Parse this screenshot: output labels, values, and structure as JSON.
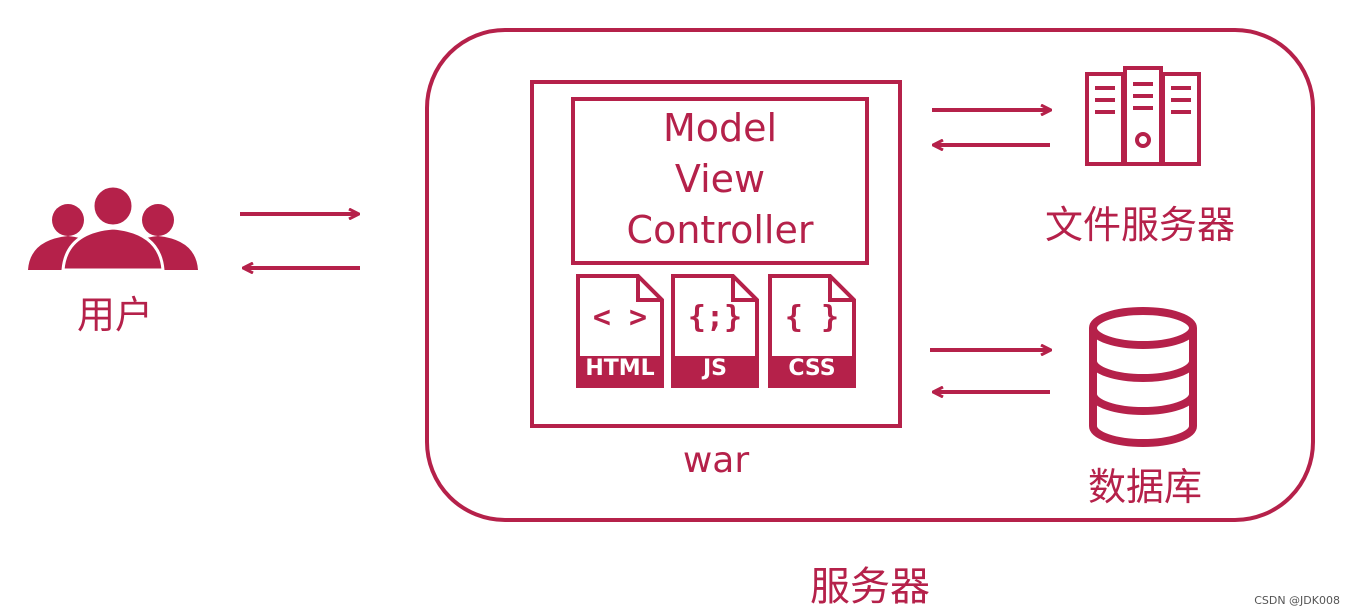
{
  "colors": {
    "accent": "#b5214a",
    "background": "#ffffff",
    "watermark": "#555555"
  },
  "user": {
    "icon": "users-icon",
    "label": "用户"
  },
  "server": {
    "label": "服务器"
  },
  "war": {
    "label": "war",
    "mvc_lines": [
      "Model",
      "View",
      "Controller"
    ],
    "files": [
      {
        "icon": "html-file-icon",
        "glyph": "< >",
        "label": "HTML"
      },
      {
        "icon": "js-file-icon",
        "glyph": "{;}",
        "label": "JS"
      },
      {
        "icon": "css-file-icon",
        "glyph": "{ }",
        "label": "CSS"
      }
    ]
  },
  "file_server": {
    "icon": "server-rack-icon",
    "label": "文件服务器"
  },
  "database": {
    "icon": "database-icon",
    "label": "数据库"
  },
  "watermark": "CSDN @JDK008"
}
